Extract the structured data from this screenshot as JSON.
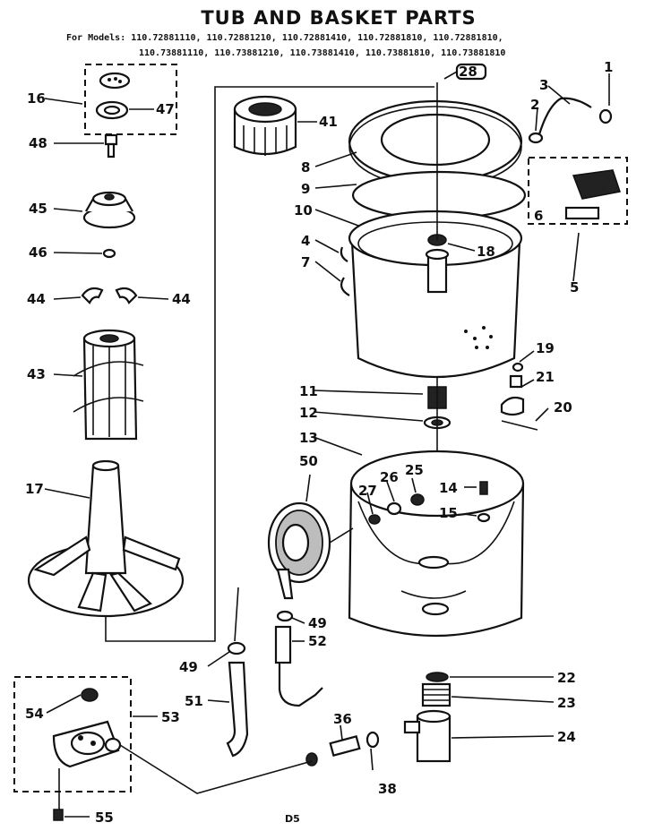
{
  "title": "TUB AND BASKET PARTS",
  "models_line1": "For Models: 110.72881110, 110.72881210, 110.72881410, 110.72881810, 110.72881810,",
  "models_line2": "110.73881110, 110.73881210, 110.73881410, 110.73881810, 110.73881810",
  "footer_code": "D5",
  "callouts": {
    "c1": "1",
    "c2": "2",
    "c3": "3",
    "c4": "4",
    "c5": "5",
    "c6": "6",
    "c7": "7",
    "c8": "8",
    "c9": "9",
    "c10": "10",
    "c11": "11",
    "c12": "12",
    "c13": "13",
    "c14": "14",
    "c15": "15",
    "c16": "16",
    "c17": "17",
    "c18": "18",
    "c19": "19",
    "c20": "20",
    "c21": "21",
    "c22": "22",
    "c23": "23",
    "c24": "24",
    "c25": "25",
    "c26": "26",
    "c27": "27",
    "c28": "28",
    "c36": "36",
    "c38": "38",
    "c41": "41",
    "c43": "43",
    "c44a": "44",
    "c44b": "44",
    "c45": "45",
    "c46": "46",
    "c47": "47",
    "c48": "48",
    "c49a": "49",
    "c49b": "49",
    "c50": "50",
    "c51": "51",
    "c52": "52",
    "c53": "53",
    "c54": "54",
    "c55": "55"
  }
}
